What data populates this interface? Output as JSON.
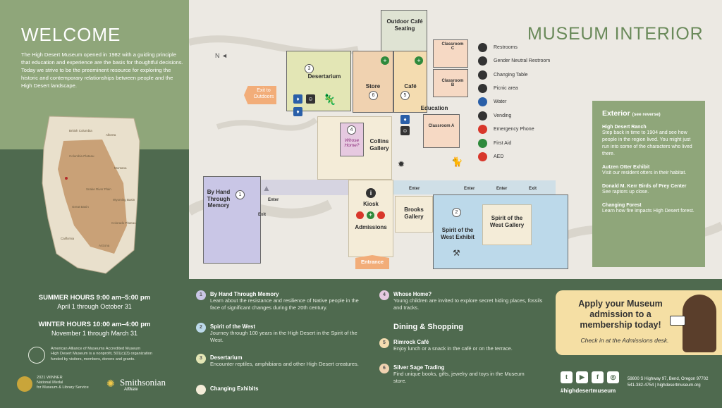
{
  "left": {
    "welcome": "WELCOME",
    "intro": "The High Desert Museum opened in 1982 with a guiding principle that education and experience are the basis for thoughtful decisions. Today we strive to be the preeminent resource for exploring the historic and contemporary relationships between people and the High Desert landscape.",
    "map_labels": [
      "British Columbia",
      "Alberta",
      "Columbia Plateau",
      "Montana",
      "Snake River Plain",
      "Great Basin",
      "Wyoming Basin",
      "Colorado Plateau",
      "California",
      "Arizona"
    ],
    "summer_title": "SUMMER HOURS  9:00 am–5:00 pm",
    "summer_dates": "April 1 through October 31",
    "winter_title": "WINTER HOURS  10:00 am–4:00 pm",
    "winter_dates": "November 1 through March 31",
    "aam_line1": "American Alliance of Museums Accredited Museum",
    "aam_line2": "High Desert Museum is a nonprofit, 501(c)(3) organization",
    "aam_line3": "funded by visitors, members, donors and grants.",
    "award_line1": "2021 WINNER",
    "award_line2": "National Medal",
    "award_line3": "for Museum & Library Service",
    "smithsonian": "Smithsonian",
    "affiliate": "Affiliate"
  },
  "map": {
    "title": "MUSEUM INTERIOR",
    "compass": "N",
    "rooms": {
      "outdoor_cafe": "Outdoor Café Seating",
      "desertarium": "Desertarium",
      "store": "Store",
      "cafe": "Café",
      "classroom_c": "Classroom C",
      "classroom_b": "Classroom B",
      "classroom_a": "Classroom A",
      "education": "Education",
      "exit_outdoors": "Exit to Outdoors",
      "collins": "Collins Gallery",
      "whose_home": "Whose Home?",
      "by_hand": "By Hand Through Memory",
      "kiosk": "Kiosk",
      "admissions": "Admissions",
      "brooks": "Brooks Gallery",
      "spirit_exhibit": "Spirit of the West Exhibit",
      "spirit_gallery": "Spirit of the West Gallery",
      "entrance": "Entrance",
      "enter": "Enter",
      "exit": "Exit"
    },
    "numbers": [
      "1",
      "2",
      "3",
      "4",
      "5",
      "6"
    ]
  },
  "legend": [
    {
      "icon": "restroom-icon",
      "label": "Restrooms",
      "color": "#333333"
    },
    {
      "icon": "gender-neutral-restroom-icon",
      "label": "Gender Neutral Restroom",
      "color": "#333333"
    },
    {
      "icon": "changing-table-icon",
      "label": "Changing Table",
      "color": "#333333"
    },
    {
      "icon": "picnic-icon",
      "label": "Picnic area",
      "color": "#333333"
    },
    {
      "icon": "water-icon",
      "label": "Water",
      "color": "#2a5fa8"
    },
    {
      "icon": "vending-icon",
      "label": "Vending",
      "color": "#333333"
    },
    {
      "icon": "phone-icon",
      "label": "Emergency Phone",
      "color": "#d8372b"
    },
    {
      "icon": "first-aid-icon",
      "label": "First Aid",
      "color": "#2f8a3c"
    },
    {
      "icon": "aed-icon",
      "label": "AED",
      "color": "#d8372b"
    }
  ],
  "exterior": {
    "heading": "Exterior",
    "sub": "(see reverse)",
    "items": [
      {
        "title": "High Desert Ranch",
        "desc": "Step back in time to 1904 and see how people in the region lived. You might just run into some of the characters who lived there."
      },
      {
        "title": "Autzen Otter Exhibit",
        "desc": "Visit our resident otters in their habitat."
      },
      {
        "title": "Donald M. Kerr Birds of Prey Center",
        "desc": "See raptors up close."
      },
      {
        "title": "Changing Forest",
        "desc": "Learn how fire impacts High Desert forest."
      }
    ]
  },
  "exhibits": [
    {
      "num": "1",
      "title": "By Hand Through Memory",
      "desc": "Learn about the resistance and resilience of Native people in the face of significant changes during the 20th century.",
      "color": "#c9c6e6"
    },
    {
      "num": "2",
      "title": "Spirit of the West",
      "desc": "Journey through 100 years in the High Desert in the Spirit of the West.",
      "color": "#bcd9ea"
    },
    {
      "num": "3",
      "title": "Desertarium",
      "desc": "Encounter reptiles, amphibians and other High Desert creatures.",
      "color": "#e3e6b5"
    },
    {
      "num": "",
      "title": "Changing Exhibits",
      "desc": "",
      "color": "#f4ecd8"
    },
    {
      "num": "4",
      "title": "Whose Home?",
      "desc": "Young children are invited to explore secret hiding places, fossils and tracks.",
      "color": "#e6c9e0"
    }
  ],
  "dining": {
    "heading": "Dining & Shopping",
    "items": [
      {
        "num": "5",
        "title": "Rimrock Café",
        "desc": "Enjoy lunch or a snack in the café or on the terrace.",
        "color": "#f4dcb0"
      },
      {
        "num": "6",
        "title": "Silver Sage Trading",
        "desc": "Find unique books, gifts, jewelry and toys in the Museum store.",
        "color": "#f0d2b0"
      }
    ]
  },
  "promo": {
    "headline": "Apply your Museum admission to a membership today!",
    "sub": "Check in at the Admissions desk."
  },
  "footer": {
    "hashtag": "#highdesertmuseum",
    "address": "59800 S Highway 97, Bend, Oregon 97702",
    "contact": "541-382-4754  |  highdesertmuseum.org"
  }
}
